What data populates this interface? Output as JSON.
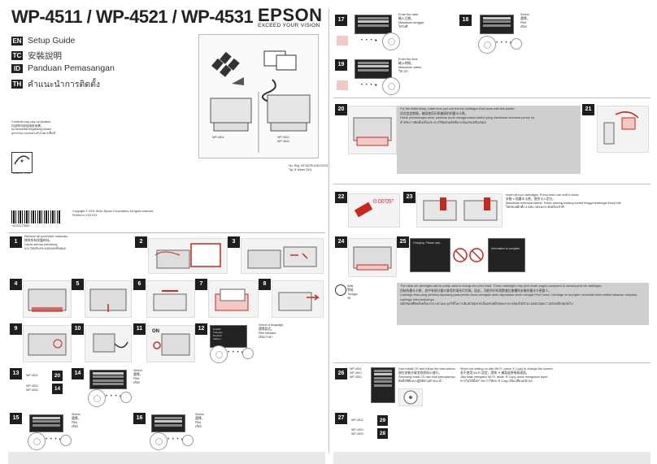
{
  "header": {
    "title": "WP-4511 / WP-4521 / WP-4531",
    "brand": "EPSON",
    "tagline": "EXCEED YOUR VISION"
  },
  "languages": [
    {
      "code": "EN",
      "name": "Setup Guide"
    },
    {
      "code": "TC",
      "name": "安裝說明"
    },
    {
      "code": "ID",
      "name": "Panduan Pemasangan"
    },
    {
      "code": "TH",
      "name": "คำแนะนำการติดตั้ง"
    }
  ],
  "location_note": [
    "Contents may vary by location.",
    "內容物可能因地區而異。",
    "Isi bervariasi tergantung lokasi.",
    "อุปกรณ์อาจแตกต่างกันไปตามพื้นที่"
  ],
  "energy_star": "ENERGY STAR",
  "models_left": [
    "WP-4511"
  ],
  "models_right": [
    "WP-4521",
    "WP-4531"
  ],
  "printed_info": [
    "No. Reg. 0473/DPLN/KO/2011",
    "Tgl 11 Maret 2011"
  ],
  "copyright": [
    "Copyright © 2011 Seiko Epson Corporation. All rights reserved.",
    "Printed in XXXXXX"
  ],
  "barcode_text": "*412117300*",
  "steps": {
    "s1": {
      "num": "1",
      "text": [
        "Remove all protective materials.",
        "移除所有保護材料。",
        "Lepas semua pelindung.",
        "แกะวัสดุกันกระแทกออกทั้งหมด"
      ]
    },
    "s2": {
      "num": "2"
    },
    "s3": {
      "num": "3"
    },
    "s4": {
      "num": "4"
    },
    "s5": {
      "num": "5"
    },
    "s6": {
      "num": "6"
    },
    "s7": {
      "num": "7"
    },
    "s8": {
      "num": "8"
    },
    "s9": {
      "num": "9"
    },
    "s10": {
      "num": "10"
    },
    "s11": {
      "num": "11",
      "on_label": "ON"
    },
    "s12": {
      "num": "12",
      "text": [
        "Select a language.",
        "選擇語言。",
        "Pilih bahasa.",
        "เลือกภาษา"
      ],
      "menu": [
        "English",
        "Français",
        "Deutsch",
        "Italiano",
        "Español"
      ]
    },
    "s13": {
      "num": "13",
      "branches": [
        {
          "models": [
            "WP-4511"
          ],
          "goto": "20"
        },
        {
          "models": [
            "WP-4521",
            "WP-4531"
          ],
          "goto": "14"
        }
      ]
    },
    "s14": {
      "num": "14",
      "text": [
        "Select.",
        "選擇。",
        "Pilih.",
        "เลือก"
      ]
    },
    "s15": {
      "num": "15",
      "text": [
        "Select.",
        "選擇。",
        "Pilih.",
        "เลือก"
      ]
    },
    "s16": {
      "num": "16",
      "text": [
        "Select.",
        "選擇。",
        "Pilih.",
        "เลือก"
      ]
    },
    "s17": {
      "num": "17",
      "text": [
        "Enter the date.",
        "輸入日期。",
        "Masukkan tanggal.",
        "ใส่วันที่"
      ]
    },
    "s18": {
      "num": "18",
      "text": [
        "Select.",
        "選擇。",
        "Pilih.",
        "เลือก"
      ]
    },
    "s19": {
      "num": "19",
      "text": [
        "Enter the time.",
        "輸入時間。",
        "Masukkan waktu.",
        "ใส่เวลา"
      ]
    },
    "s20": {
      "num": "20",
      "text": [
        "For the initial setup, make sure you use the ink cartridges that came with this printer.",
        "初次設定期間，確認使用印表機隨附的墨水卡匣。",
        "Untuk pemasangan awal, pastikan Anda menggunakan kartrid yang disertakan bersama printer ini.",
        "สำหรับการติดตั้งครั้งแรก ควรใช้ตลับหมึกที่มาพร้อมกับเครื่องพิมพ์"
      ]
    },
    "s21": {
      "num": "21"
    },
    "s22": {
      "num": "22",
      "shake": "0:00'05\""
    },
    "s23": {
      "num": "23",
      "text": [
        "Insert all four cartridges. Press each one until it clicks.",
        "安裝 4 個墨水卡匣，直到卡入定位。",
        "Masukkan keempat kartrid. Tekan masing-masing kartrid hingga terdengar bunyi klik.",
        "ใส่ตลับหมึกทั้ง 4 ตลับ กดจนกระทั่งคลิกเข้าที่"
      ]
    },
    "s24": {
      "num": "24"
    },
    "s25": {
      "num": "25",
      "screen_left": "Charging. Please wait...",
      "screen_right": "Information is complete."
    },
    "wait": {
      "label": [
        "Wait",
        "等候",
        "Tunggu",
        "รอ"
      ],
      "text": [
        "The initial ink cartridges will be partly used to charge the print head. These cartridges may print fewer pages compared to subsequent ink cartridges.",
        "初始的墨水卡匣，其中有部分墨水會用於填充印字頭。因此，可能列印的頁數會比後續所安裝的墨水卡匣要少。",
        "Cartridge tinta yang pertama dipasang pada printer Anda sebagian akan digunakan untuk mengisi Print Head. Cartridge ini mungkin mencetak lebih sedikit halaman daripada cartridge tinta berikutnya.",
        "หมึกพิมพ์ที่ติดตั้งครั้งแรกบางส่วนจะถูกใช้ในการเติมหัวพิมพ์ ดังนั้นตลับหมึกชุดแรกอาจพิมพ์ได้จำนวนหน้าน้อยกว่าตลับหมึกชุดถัดไป"
      ]
    },
    "s26": {
      "num": "26",
      "models": [
        "WP-4511",
        "WP-4521",
        "WP-4531"
      ],
      "text": [
        "Now install CD and follow the instructions.",
        "現在安裝光碟並依照指示進行。",
        "Sekarang instal CD dan ikuti petunjuknya.",
        "ติดตั้งซีดีและปฏิบัติตามคำแนะนำ"
      ],
      "wifi_text": [
        "When not setting up with Wi-Fi, press ✕ Copy to change the screen.",
        "若不使用 Wi-Fi 設定，請按 ✕ 複製變更螢幕畫面。",
        "Jika tidak mengatur Wi-Fi, tekan ✕ Copy untuk mengubah layar.",
        "หากไม่ได้ตั้งค่า Wi-Fi ให้กด ✕ Copy เพื่อเปลี่ยนหน้าจอ"
      ]
    },
    "s27": {
      "num": "27",
      "branches": [
        {
          "models": [
            "WP-4511"
          ],
          "goto": "29"
        },
        {
          "models": [
            "WP-4521",
            "WP-4531"
          ],
          "goto": "28"
        }
      ]
    }
  },
  "colors": {
    "accent": "#c8281e",
    "step_bg": "#1e1e1e",
    "band": "#cfcfcf"
  },
  "icons": [
    "dpad-icon",
    "ok-button-icon",
    "hand-icon",
    "clock-icon",
    "energy-star-icon"
  ]
}
